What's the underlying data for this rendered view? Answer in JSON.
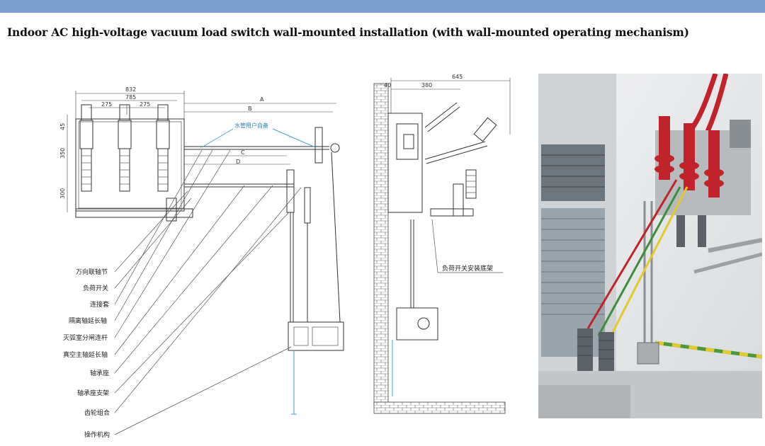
{
  "header": {
    "title": "Indoor AC high-voltage vacuum load switch wall-mounted installation (with wall-mounted operating mechanism)",
    "accent_color": "#7d9fcf"
  },
  "front_view": {
    "dimensions": {
      "overall_width": "832",
      "inner_width": "785",
      "pitch_left": "275",
      "pitch_right": "275",
      "h_top": "45",
      "h_mid": "350",
      "h_low": "300"
    },
    "reference_letters": [
      "A",
      "B",
      "C",
      "D"
    ],
    "user_prepared_label": "水管用户自备",
    "component_labels": [
      "万向联轴节",
      "负荷开关",
      "连接套",
      "隔离轴延长轴",
      "灭弧室分闸连杆",
      "真空主轴延长轴",
      "轴承座",
      "轴承座支架",
      "齿轮组合",
      "操作机构"
    ]
  },
  "side_view": {
    "dimensions": {
      "overall": "645",
      "offset": "380",
      "wall_gap": "40"
    },
    "frame_label": "负荷开关安装底架"
  },
  "photo": {
    "subject": "installed-switch-photo",
    "colors": {
      "insulator": "#c0242a",
      "wall": "#e8eaec",
      "window": "#9aa4ad"
    }
  }
}
